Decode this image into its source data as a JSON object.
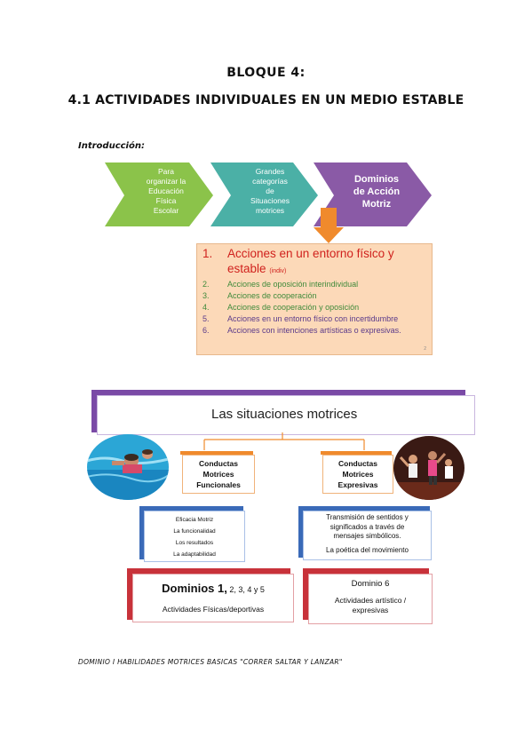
{
  "header": {
    "bloque": "BLOQUE 4:",
    "subtitle": "4.1 ACTIVIDADES INDIVIDUALES EN UN MEDIO ESTABLE",
    "intro": "Introducción:"
  },
  "flow": {
    "arrow1": [
      "Para",
      "organizar la",
      "Educación",
      "Física",
      "Escolar"
    ],
    "arrow2": [
      "Grandes",
      "categorías",
      "de",
      "Situaciones",
      "motrices"
    ],
    "arrow3": [
      "Dominios",
      "de Acción",
      "Motriz"
    ],
    "colors": {
      "arrow1": "#8bc34a",
      "arrow2": "#4bb0a6",
      "arrow3": "#8a5aa6",
      "down_arrow": "#f08a2c"
    }
  },
  "domain_list": {
    "item1_num": "1.",
    "item1_text_line1": "Acciones en un entorno físico y",
    "item1_text_line2": "estable",
    "item1_note": "(indiv)",
    "items": [
      {
        "num": "2.",
        "text": "Acciones de oposición interindividual"
      },
      {
        "num": "3.",
        "text": "Acciones de cooperación"
      },
      {
        "num": "4.",
        "text": "Acciones de cooperación y oposición"
      },
      {
        "num": "5.",
        "text": "Acciones en un entorno físico con incertidumbre"
      },
      {
        "num": "6.",
        "text": "Acciones con intenciones artísticas o expresivas."
      }
    ],
    "page_mark": "2"
  },
  "situaciones": {
    "title": "Las situaciones motrices",
    "left_title": [
      "Conductas",
      "Motrices",
      "Funcionales"
    ],
    "right_title": [
      "Conductas",
      "Motrices",
      "Expresivas"
    ],
    "left_items": [
      "Eficacia Motriz",
      "La funcionalidad",
      "Los resultados",
      "La adaptabilidad"
    ],
    "right_items": [
      "Transmisión de sentidos y",
      "significados a través de",
      "mensajes simbólicos."
    ],
    "right_item_last": "La poética del movimiento",
    "left_domain_main": "Dominios 1,",
    "left_domain_rest": " 2, 3, 4 y 5",
    "left_domain_sub": "Actividades Físicas/deportivas",
    "right_domain_main": "Dominio 6",
    "right_domain_sub": [
      "Actividades artístico /",
      "expresivas"
    ],
    "left_photo": "swimmers-photo",
    "right_photo": "dancers-photo"
  },
  "footer": "DOMINIO I HABILIDADES MOTRICES BASICAS \"CORRER SALTAR Y LANZAR\""
}
